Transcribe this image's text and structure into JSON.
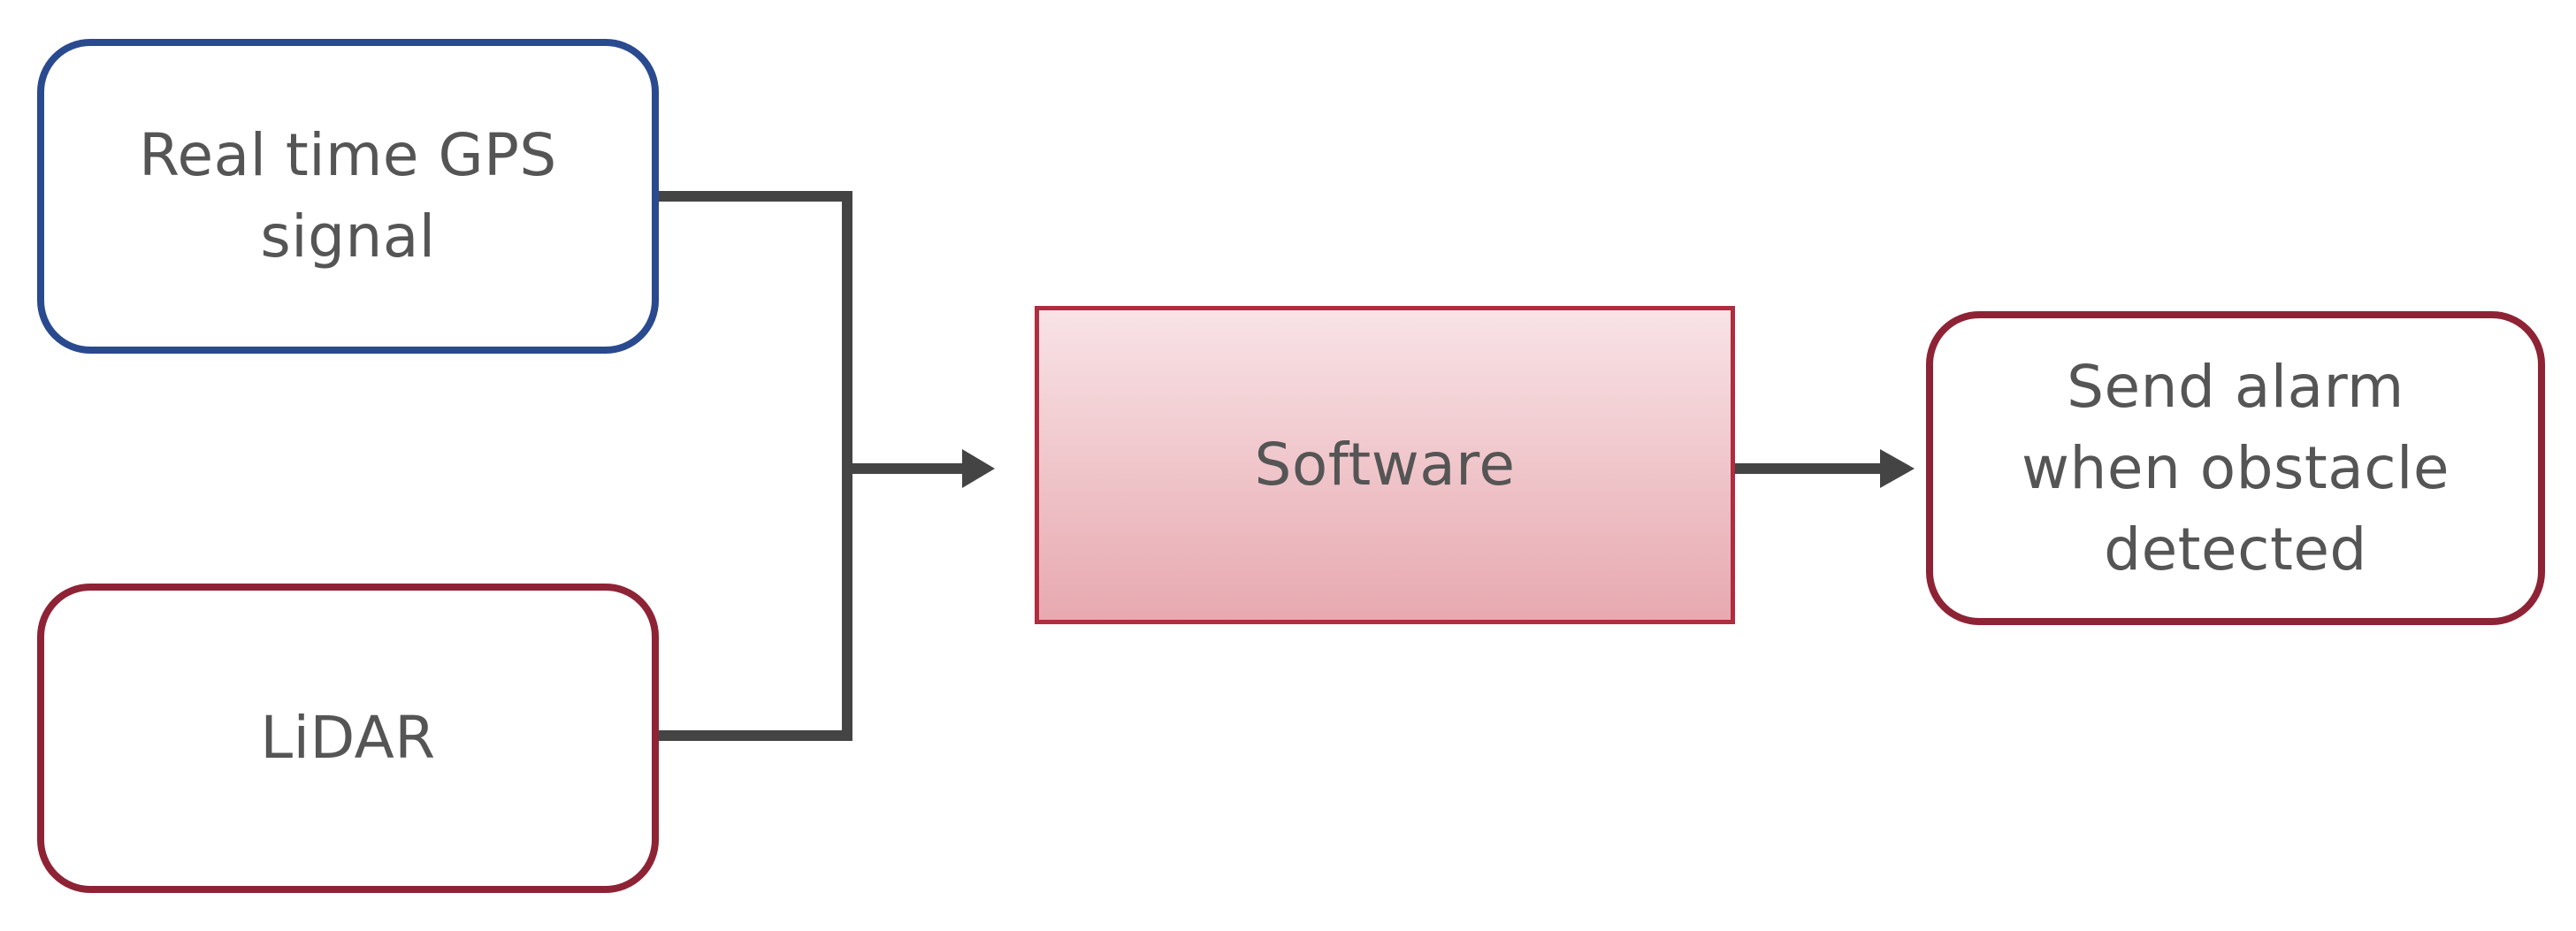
{
  "diagram": {
    "nodes": [
      {
        "id": "gps",
        "lines": [
          "Real time GPS",
          "signal"
        ],
        "border_color": "#2a4a8f"
      },
      {
        "id": "lidar",
        "lines": [
          "LiDAR"
        ],
        "border_color": "#8e2335"
      },
      {
        "id": "software",
        "lines": [
          "Software"
        ],
        "border_color": "#b02c3f",
        "fill_top": "#f8e3e6",
        "fill_bottom": "#e7a9b0"
      },
      {
        "id": "alarm",
        "lines": [
          "Send alarm",
          "when obstacle",
          "detected"
        ],
        "border_color": "#8e2335"
      }
    ],
    "edges": [
      {
        "from": "gps",
        "to": "software"
      },
      {
        "from": "lidar",
        "to": "software"
      },
      {
        "from": "software",
        "to": "alarm"
      }
    ],
    "connector_color": "#444444"
  }
}
